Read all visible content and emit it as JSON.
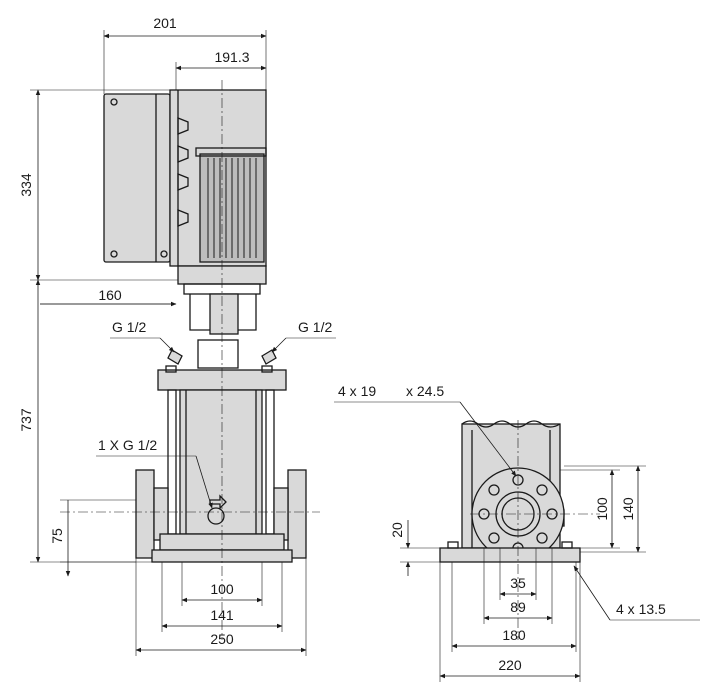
{
  "front_view": {
    "dim_top_width": "201",
    "dim_motor_width": "191.3",
    "dim_motor_height": "334",
    "dim_total_height": "737",
    "dim_motor_offset": "160",
    "dim_port_height": "75",
    "dim_base_inner": "100",
    "dim_base_mid": "141",
    "dim_base_outer": "250",
    "label_vent_left": "G 1/2",
    "label_vent_right": "G 1/2",
    "label_drain": "1 X G 1/2"
  },
  "side_view": {
    "label_bolt_holes_count": "4 x 19",
    "label_bolt_holes_pcd": "x 24.5",
    "dim_flange_100": "100",
    "dim_flange_140": "140",
    "dim_base_height": "20",
    "dim_inner_35": "35",
    "dim_inner_89": "89",
    "dim_base_180": "180",
    "dim_base_220": "220",
    "label_anchor_holes": "4   x  13.5"
  }
}
